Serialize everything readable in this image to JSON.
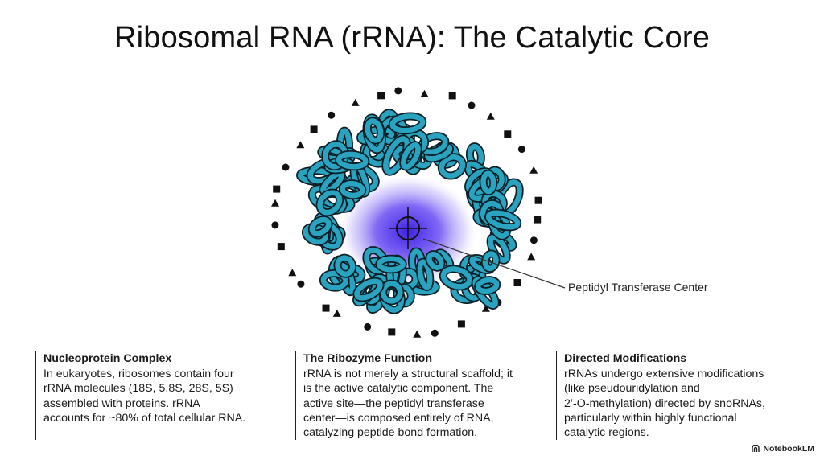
{
  "title": "Ribosomal RNA (rRNA): The Catalytic Core",
  "figure": {
    "callout": "Peptidyl Transferase Center",
    "rna_color": "#29a3bf",
    "rna_outline": "#0d1f26",
    "core_color": "#5b3df0",
    "protein_marker_color": "#111111",
    "icons": [
      "rrna-coil",
      "crosshair-icon",
      "square-marker",
      "circle-marker",
      "triangle-marker"
    ]
  },
  "columns": [
    {
      "heading": "Nucleoprotein Complex",
      "lines": [
        "In eukaryotes, ribosomes contain four",
        "rRNA molecules (18S, 5.8S, 28S, 5S)",
        "assembled with proteins. rRNA",
        "accounts for ~80% of total cellular RNA."
      ]
    },
    {
      "heading": "The Ribozyme Function",
      "lines": [
        "rRNA is not merely a structural scaffold; it",
        "is the active catalytic component. The",
        "active site—the peptidyl transferase",
        "center—is composed entirely of RNA,",
        "catalyzing peptide bond formation."
      ]
    },
    {
      "heading": "Directed Modifications",
      "lines": [
        "rRNAs undergo extensive modifications",
        "(like pseudouridylation and",
        "2’-O-methylation) directed by snoRNAs,",
        "particularly within highly functional",
        "catalytic regions."
      ]
    }
  ],
  "brand": "NotebookLM"
}
